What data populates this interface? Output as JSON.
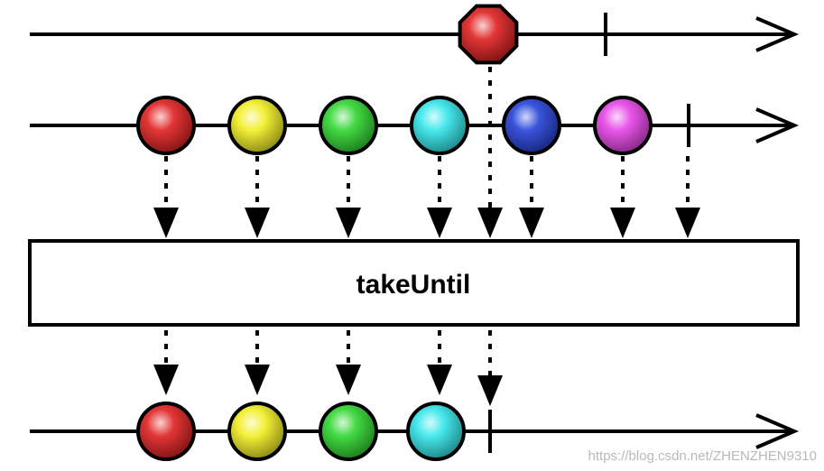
{
  "operator": {
    "label": "takeUntil"
  },
  "streams": {
    "notifier": {
      "items": [
        {
          "shape": "octagon",
          "color": "#e02020"
        }
      ],
      "completes": true
    },
    "source": {
      "items": [
        {
          "shape": "marble",
          "color": "#e02020"
        },
        {
          "shape": "marble",
          "color": "#f2ee22"
        },
        {
          "shape": "marble",
          "color": "#2fd62f"
        },
        {
          "shape": "marble",
          "color": "#33e6ea"
        },
        {
          "shape": "marble",
          "color": "#2441d8"
        },
        {
          "shape": "marble",
          "color": "#e743e6"
        }
      ],
      "completes": true
    },
    "result": {
      "items": [
        {
          "shape": "marble",
          "color": "#e02020"
        },
        {
          "shape": "marble",
          "color": "#f2ee22"
        },
        {
          "shape": "marble",
          "color": "#2fd62f"
        },
        {
          "shape": "marble",
          "color": "#33e6ea"
        }
      ],
      "completes": true
    }
  },
  "watermark": {
    "text": "https://blog.csdn.net/ZHENZHEN9310"
  }
}
